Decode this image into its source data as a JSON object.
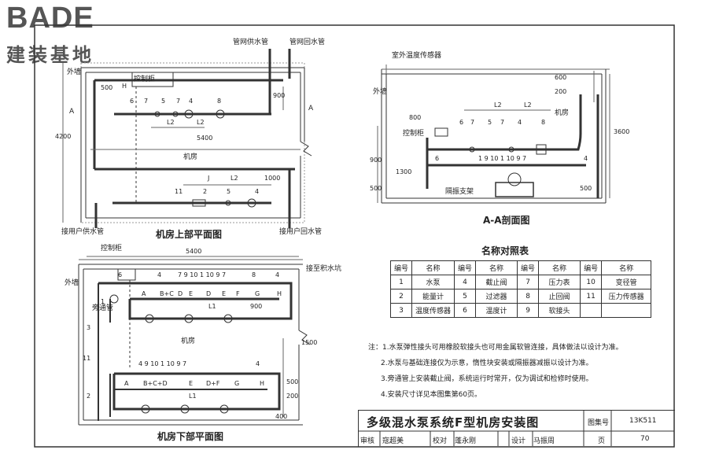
{
  "logo": {
    "main": "BADE",
    "sub": "建装基地"
  },
  "upper_plan": {
    "caption": "机房上部平面图",
    "labels": {
      "outer_wall": "外墙",
      "control_cabinet": "控制柜",
      "supply_main": "管网供水管",
      "return_main": "管网回水管",
      "room": "机房",
      "user_supply": "接用户供水管",
      "user_return": "接用户回水管",
      "section_a": "A",
      "dim_500": "500",
      "dim_h": "H",
      "dim_900": "900",
      "dim_5400": "5400",
      "dim_4200": "4200",
      "dim_l2a": "L2",
      "dim_l2b": "L2",
      "dim_j": "J",
      "dim_l2c": "L2",
      "dim_1000": "1000",
      "n6": "6",
      "n7": "7",
      "n5": "5",
      "n7b": "7",
      "n4": "4",
      "n8": "8",
      "n11": "11",
      "n2": "2",
      "n5b": "5",
      "n4b": "4"
    }
  },
  "section_aa": {
    "caption": "A-A剖面图",
    "labels": {
      "outdoor_sensor": "室外温度传感器",
      "outer_wall": "外墙",
      "control_cabinet": "控制柜",
      "room": "机房",
      "isolator": "隔振支架",
      "dim_800": "800",
      "dim_900": "900",
      "dim_1300": "1300",
      "dim_500": "500",
      "dim_600": "600",
      "dim_200": "200",
      "dim_3600": "3600",
      "dim_500b": "500",
      "dim_l2a": "L2",
      "dim_l2b": "L2",
      "n6": "6",
      "n7": "7",
      "n5": "5",
      "n7b": "7",
      "n4": "4",
      "n8": "8",
      "row2": "1 9 10 1 10 9 7",
      "n6b": "6",
      "n4c": "4"
    }
  },
  "lower_plan": {
    "caption": "机房下部平面图",
    "labels": {
      "control_cabinet": "控制柜",
      "outer_wall": "外墙",
      "bypass": "旁通管",
      "room": "机房",
      "drain": "接至积水坑",
      "dim_5400": "5400",
      "dim_1500": "1500",
      "dim_900": "900",
      "dim_500": "500",
      "dim_200": "200",
      "dim_400": "400",
      "n6": "6",
      "n4": "4",
      "row1": "7 9 10 1 10 9 7",
      "n8": "8",
      "n4b": "4",
      "n1": "1",
      "n3": "3",
      "n11": "11",
      "n2": "2",
      "row_b": "4  9 10 1 10 9 7",
      "n4c": "4",
      "seq_top": [
        "A",
        "B+C",
        "D",
        "E",
        "D",
        "E",
        "F",
        "G",
        "H"
      ],
      "seq_bottom": [
        "A",
        "B+C+D",
        "E",
        "D+F",
        "G",
        "H"
      ],
      "l1_top": "L1",
      "l1_bottom": "L1"
    }
  },
  "legend": {
    "title": "名称对照表",
    "headers": [
      "编号",
      "名称",
      "编号",
      "名称",
      "编号",
      "名称",
      "编号",
      "名称"
    ],
    "rows": [
      [
        "1",
        "水泵",
        "4",
        "截止阀",
        "7",
        "压力表",
        "10",
        "变径管"
      ],
      [
        "2",
        "能量计",
        "5",
        "过滤器",
        "8",
        "止回阀",
        "11",
        "压力传感器"
      ],
      [
        "3",
        "温度传感器",
        "6",
        "温度计",
        "9",
        "软接头",
        "",
        ""
      ]
    ]
  },
  "notes": [
    "注：1.水泵弹性接头可用橡胶软接头也可用金属软管连接，具体做法以设计为准。",
    "2.水泵与基础连接仅为示意，惰性块安装或隔振器减振以设计为准。",
    "3.旁通管上安装截止阀，系统运行时常开，仅为调试和检修时使用。",
    "4.安装尺寸详见本图集第60页。"
  ],
  "title_block": {
    "title": "多级混水泵系统F型机房安装图",
    "atlas_label": "图集号",
    "atlas_no": "13K511",
    "review_label": "审核",
    "reviewer": "寇超美",
    "check_label": "校对",
    "checker": "蓬永刚",
    "design_label": "设计",
    "designer": "马振周",
    "page_label": "页",
    "page_no": "70"
  }
}
